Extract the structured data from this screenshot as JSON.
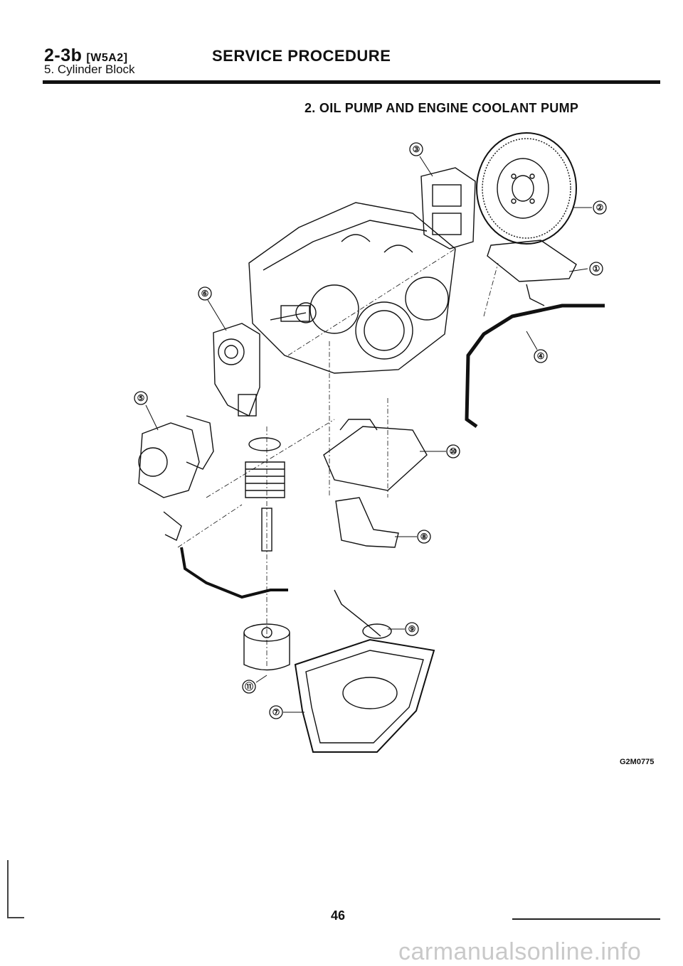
{
  "header": {
    "code": "2-3b",
    "code_suffix": "[W5A2]",
    "section": "5. Cylinder Block",
    "title": "SERVICE PROCEDURE"
  },
  "figure": {
    "title": "2. OIL PUMP AND ENGINE COOLANT PUMP",
    "code": "G2M0775",
    "callouts": [
      "①",
      "②",
      "③",
      "④",
      "⑤",
      "⑥",
      "⑦",
      "⑧",
      "⑨",
      "⑩",
      "⑪"
    ]
  },
  "footer": {
    "page_number": "46",
    "watermark": "carmanualsonline.info"
  }
}
